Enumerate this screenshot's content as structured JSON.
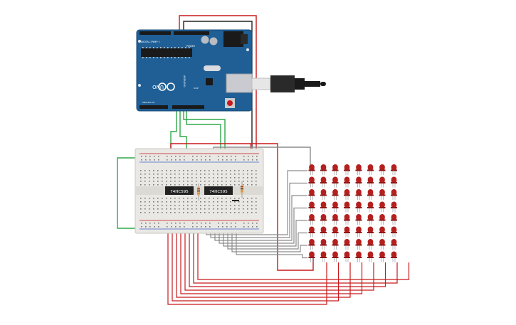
{
  "arduino": {
    "logo_text": "ARDUINO",
    "model": "UNO",
    "digital_label": "DIGITAL (PWM~)",
    "power_label": "POWER",
    "analog_label": "ANALOG IN",
    "icsp_label": "ICSP"
  },
  "chips": [
    {
      "label": "74HC595"
    },
    {
      "label": "74HC595"
    }
  ],
  "matrix": {
    "rows": 8,
    "cols": 8
  },
  "colors": {
    "board": "#1f5f96",
    "board_dark": "#174a76",
    "breadboard": "#e9e8e4",
    "wire_red": "#c8191c",
    "wire_gray": "#8c8c8c",
    "wire_green": "#2ea84a",
    "wire_black": "#222222",
    "led": "#b5201f"
  }
}
